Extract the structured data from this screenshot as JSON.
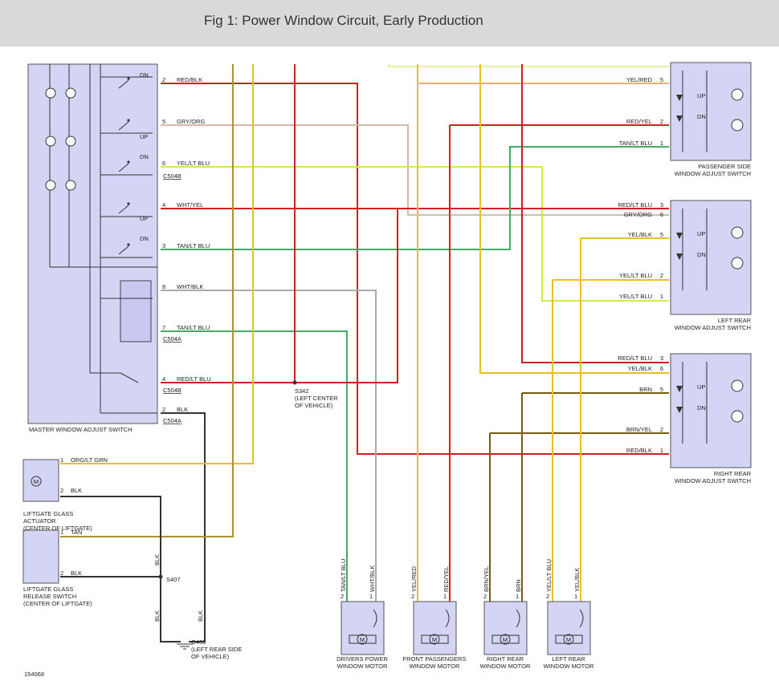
{
  "header": {
    "title": "Fig 1: Power Window Circuit, Early Production"
  },
  "colors": {
    "red": "#cc2222",
    "yellow": "#e8c020",
    "green": "#44aa66",
    "lime": "#ccee44",
    "brown": "#7a5a10",
    "tan": "#b09030",
    "gray": "#aaaaaa",
    "beige": "#d8b8a8",
    "yelfaint": "#eeee99",
    "blk": "#333333",
    "pinkbeige": "#e0b0a0",
    "box": "#d4d4f5"
  },
  "components": {
    "master": "MASTER WINDOW ADJUST SWITCH",
    "passenger": [
      "PASSENGER SIDE",
      "WINDOW ADJUST SWITCH"
    ],
    "left_rear_sw": [
      "LEFT REAR",
      "WINDOW ADJUST SWITCH"
    ],
    "right_rear_sw": [
      "RIGHT REAR",
      "WINDOW ADJUST SWITCH"
    ],
    "actuator": [
      "LIFTGATE GLASS",
      "ACTUATOR",
      "(CENTER OF LIFTGATE)"
    ],
    "release": [
      "LIFTGATE GLASS",
      "RELEASE SWITCH",
      "(CENTER OF LIFTGATE)"
    ],
    "s342": [
      "S342",
      "(LEFT CENTER",
      "OF VEHICLE)"
    ],
    "s407": "S407",
    "g400": [
      "G400",
      "(LEFT REAR SIDE",
      "OF VEHICLE)"
    ],
    "drivers_motor": [
      "DRIVERS POWER",
      "WINDOW MOTOR"
    ],
    "front_pass_motor": [
      "FRONT PASSENGERS",
      "WINDOW MOTOR"
    ],
    "right_rear_motor": [
      "RIGHT REAR",
      "WINDOW MOTOR"
    ],
    "left_rear_motor": [
      "LEFT REAR",
      "WINDOW MOTOR"
    ],
    "motor_glyph": "M",
    "up": "UP",
    "dn": "DN",
    "figure_id": "154068"
  },
  "connectors": {
    "c504b": "C504B",
    "c504a": "C504A"
  },
  "master_pins": [
    {
      "pin": "2",
      "label": "RED/BLK"
    },
    {
      "pin": "5",
      "label": "GRY/ORG"
    },
    {
      "pin": "6",
      "label": "YEL/LT BLU"
    },
    {
      "pin": "4",
      "label": "WHT/YEL"
    },
    {
      "pin": "3",
      "label": "TAN/LT BLU"
    },
    {
      "pin": "8",
      "label": "WHT/BLK"
    },
    {
      "pin": "7",
      "label": "TAN/LT BLU"
    },
    {
      "pin": "4",
      "label": "RED/LT BLU"
    },
    {
      "pin": "2",
      "label": "BLK"
    }
  ],
  "passenger_pins": [
    {
      "pin": "5",
      "label": "YEL/RED"
    },
    {
      "pin": "2",
      "label": "RED/YEL"
    },
    {
      "pin": "1",
      "label": "TAN/LT BLU"
    }
  ],
  "left_rear_pins": [
    {
      "pin": "3",
      "label": "RED/LT BLU"
    },
    {
      "pin": "6",
      "label": "GRY/ORG"
    },
    {
      "pin": "5",
      "label": "YEL/BLK"
    },
    {
      "pin": "2",
      "label": "YEL/LT BLU"
    },
    {
      "pin": "1",
      "label": "YEL/LT BLU"
    }
  ],
  "right_rear_pins": [
    {
      "pin": "3",
      "label": "RED/LT BLU"
    },
    {
      "pin": "6",
      "label": "YEL/BLK"
    },
    {
      "pin": "5",
      "label": "BRN"
    },
    {
      "pin": "2",
      "label": "BRN/YEL"
    },
    {
      "pin": "1",
      "label": "RED/BLK"
    }
  ],
  "liftgate_pins": [
    {
      "pin": "1",
      "label": "ORG/LT GRN"
    },
    {
      "pin": "2",
      "label": "BLK"
    },
    {
      "pin": "1",
      "label": "TAN"
    },
    {
      "pin": "2",
      "label": "BLK"
    }
  ],
  "ground_labels": [
    "BLK",
    "BLK",
    "BLK"
  ],
  "motor_wires": [
    {
      "pin_a": "2",
      "pin_b": "1",
      "label_a": "TAN/LT BLU",
      "label_b": "WHT/BLK"
    },
    {
      "pin_a": "2",
      "pin_b": "1",
      "label_a": "YEL/RED",
      "label_b": "RED/YEL"
    },
    {
      "pin_a": "2",
      "pin_b": "1",
      "label_a": "BRN/YEL",
      "label_b": "BRN"
    },
    {
      "pin_a": "2",
      "pin_b": "1",
      "label_a": "YEL/LT BLU",
      "label_b": "YEL/BLK"
    }
  ]
}
